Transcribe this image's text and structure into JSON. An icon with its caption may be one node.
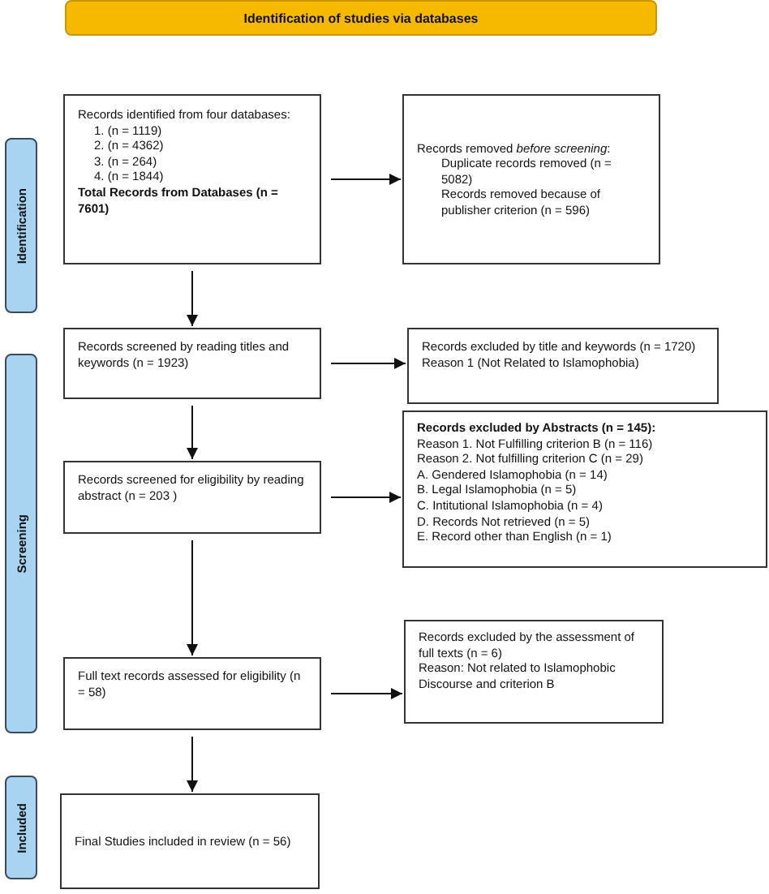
{
  "diagram": {
    "nodes": [
      {
        "text": [
          "Identification of studies via databases"
        ]
      },
      {
        "text": [
          "Identification"
        ]
      },
      {
        "text": [
          "Records identified from four databases:",
          "1. (n = 1119)",
          "2. (n = 4362)",
          "3. (n = 264)",
          "4. (n = 1844)",
          "Total Records from Databases (n = 7601)"
        ]
      },
      {
        "text": [
          "Records removed *before screening*:",
          "Duplicate records removed (n = 5082)",
          "Records removed because of publisher criterion (n = 596)"
        ]
      },
      {
        "text": [
          "Screening"
        ]
      },
      {
        "text": [
          "Records screened by reading titles and keywords (n = 1923)"
        ]
      },
      {
        "text": [
          "Records excluded by title and keywords (n = 1720)",
          "Reason 1 (Not Related to Islamophobia)"
        ]
      },
      {
        "text": [
          "Records screened for eligibility by reading abstract (n = 203 )"
        ]
      },
      {
        "text": [
          "Records excluded by Abstracts (n = 145):",
          "Reason 1. Not Fulfilling criterion B (n = 116)",
          "Reason 2. Not fulfilling criterion C (n = 29)",
          "A. Gendered Islamophobia (n = 14)",
          "B. Legal Islamophobia (n = 5)",
          "C. Intitutional Islamophobia (n = 4)",
          "D. Records Not retrieved (n = 5)",
          "E. Record other than English (n = 1)"
        ]
      },
      {
        "text": [
          "Full text records assessed for eligibility (n = 58)"
        ]
      },
      {
        "text": [
          "Records excluded by the assessment of full texts (n = 6)",
          "Reason: Not related to Islamophobic Discourse and criterion B"
        ]
      },
      {
        "text": [
          "Included"
        ]
      },
      {
        "text": [
          "Final Studies included in review (n = 56)"
        ]
      }
    ],
    "edges": [
      {
        "from": 2,
        "to": 3,
        "arrow": "to"
      },
      {
        "from": 2,
        "to": 5,
        "arrow": "to"
      },
      {
        "from": 5,
        "to": 6,
        "arrow": "to"
      },
      {
        "from": 5,
        "to": 7,
        "arrow": "to"
      },
      {
        "from": 7,
        "to": 8,
        "arrow": "to"
      },
      {
        "from": 7,
        "to": 9,
        "arrow": "to"
      },
      {
        "from": 9,
        "to": 10,
        "arrow": "to"
      },
      {
        "from": 9,
        "to": 12,
        "arrow": "to"
      }
    ]
  }
}
